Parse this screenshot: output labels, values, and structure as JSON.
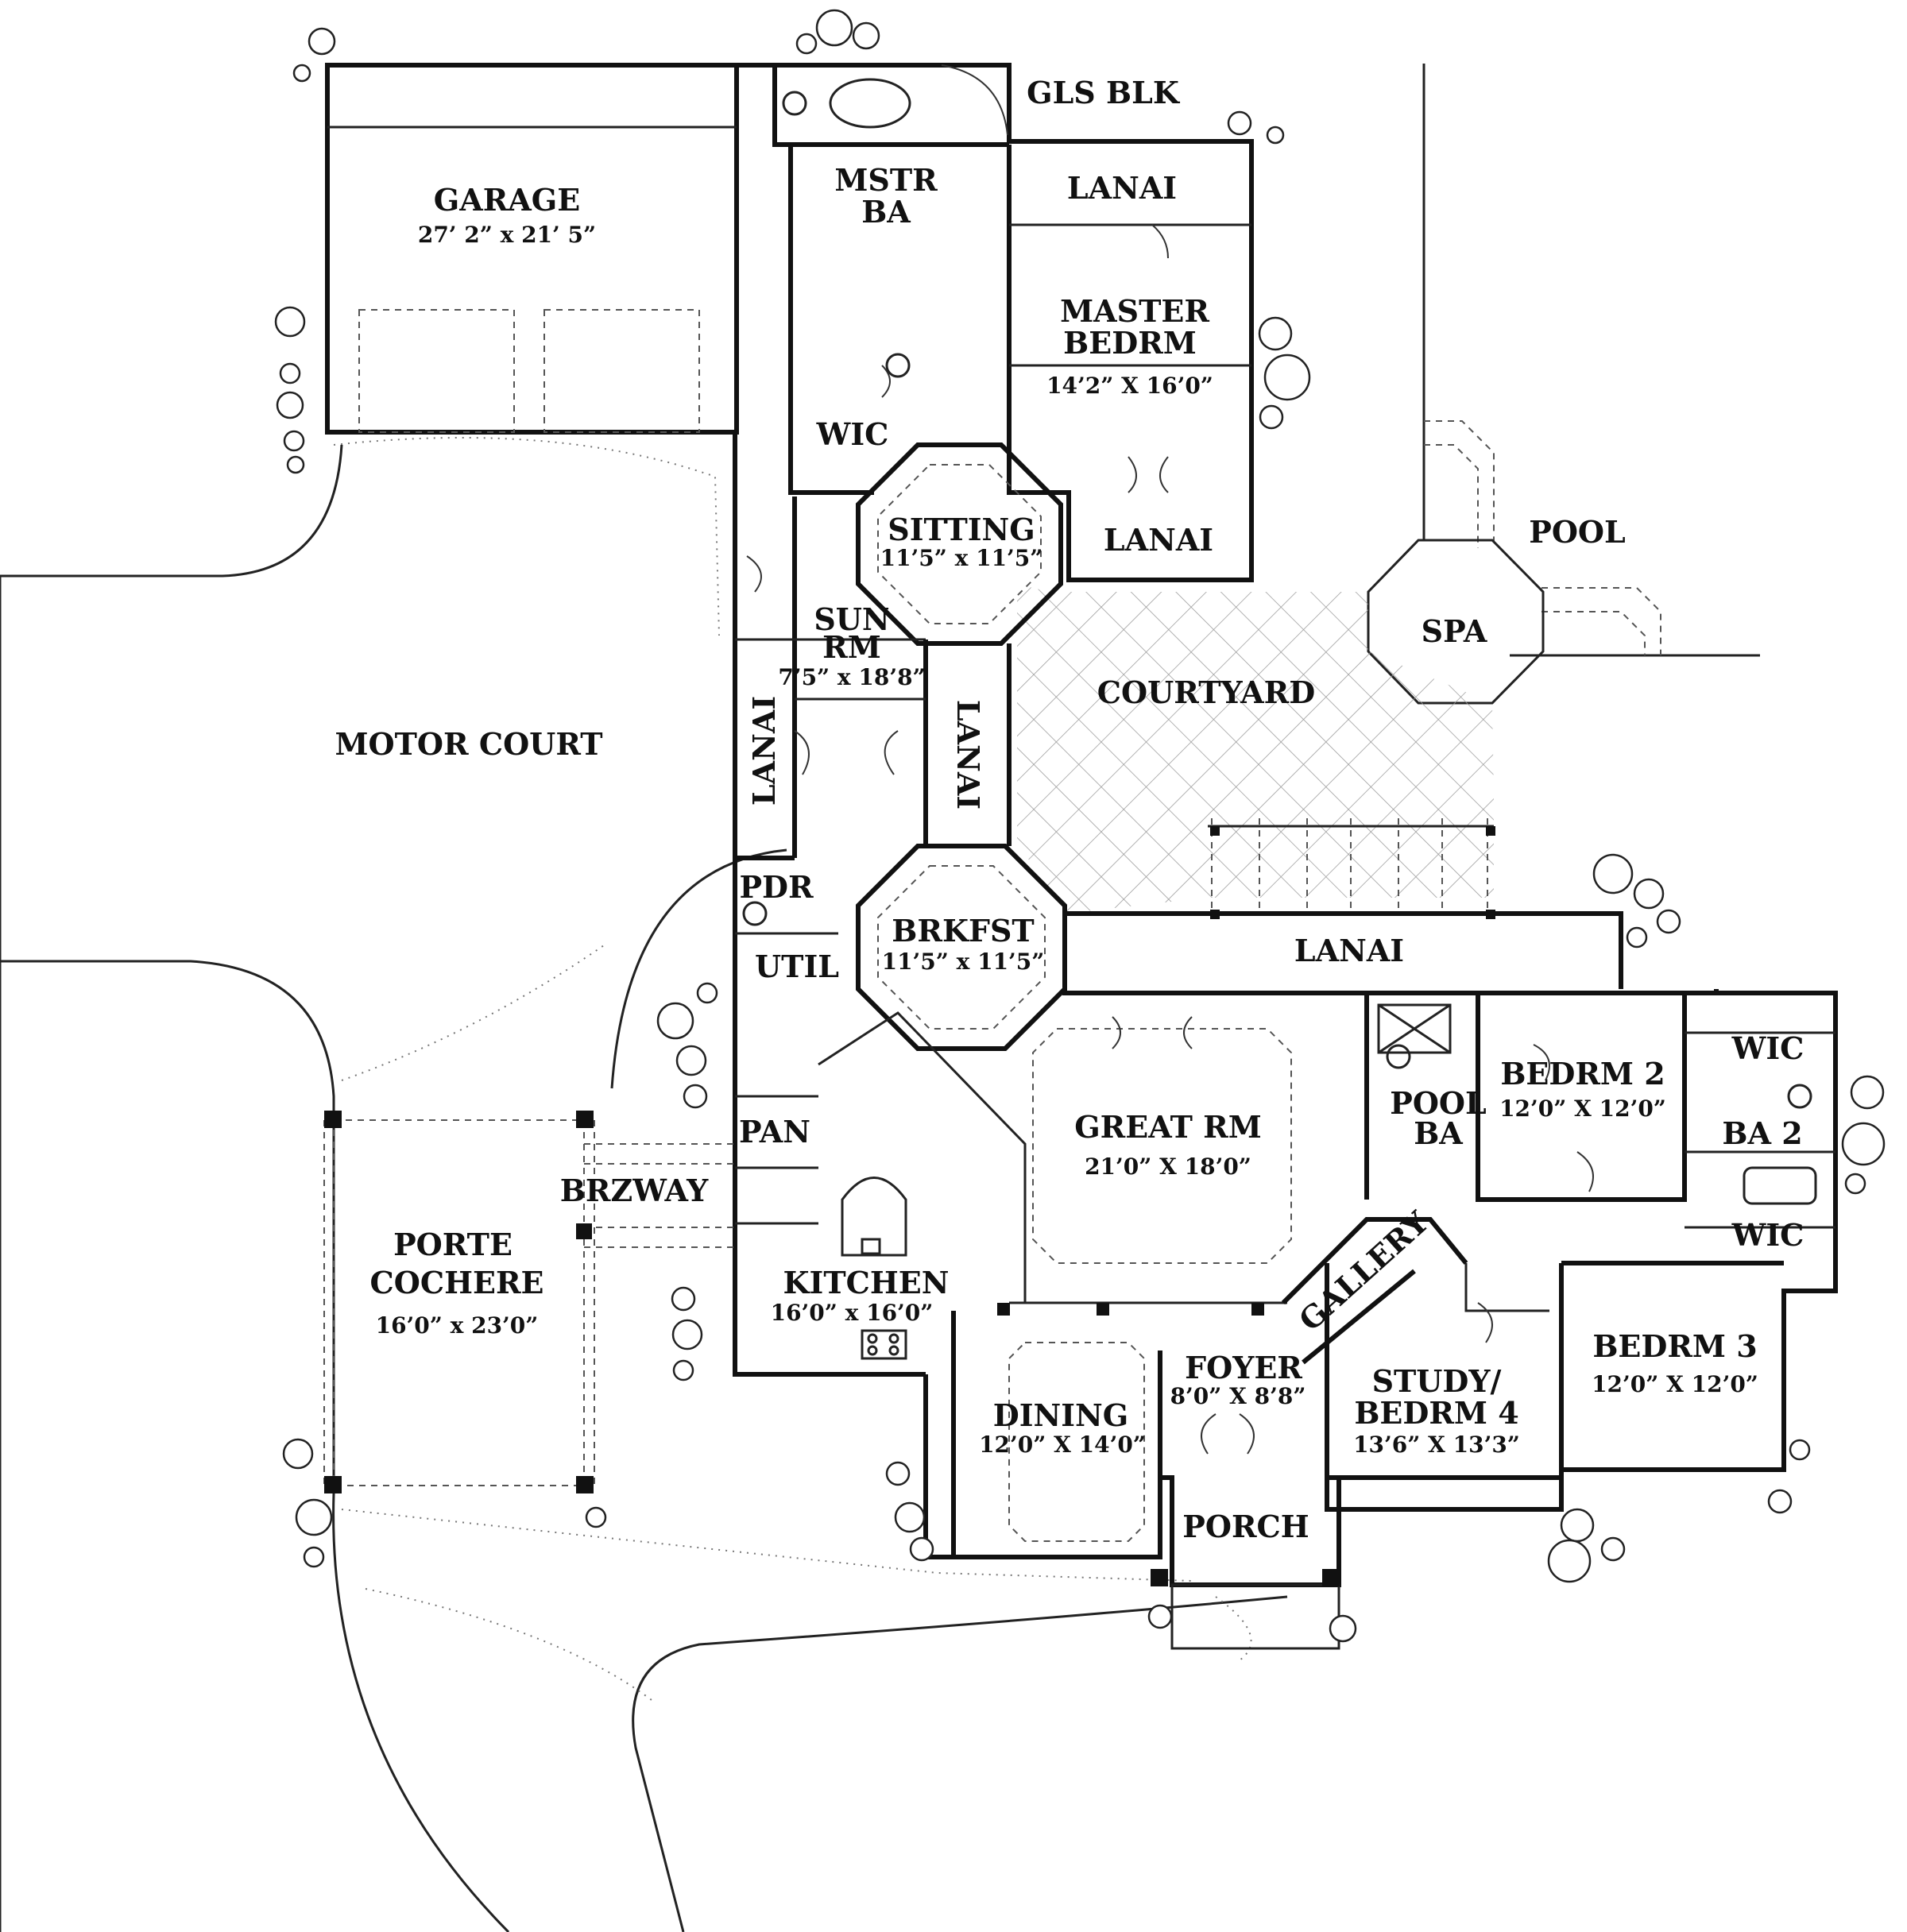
{
  "plan": {
    "rooms": [
      {
        "id": "garage",
        "label": "GARAGE",
        "dims": "27’ 2” x 21’ 5”"
      },
      {
        "id": "gls-blk",
        "label": "GLS BLK"
      },
      {
        "id": "mstr-ba",
        "label1": "MSTR",
        "label2": "BA"
      },
      {
        "id": "lanai-top",
        "label": "LANAI"
      },
      {
        "id": "master-bedrm",
        "label1": "MASTER",
        "label2": "BEDRM",
        "dims": "14’2” X 16’0”"
      },
      {
        "id": "wic-master",
        "label": "WIC"
      },
      {
        "id": "sitting",
        "label": "SITTING",
        "dims": "11’5” x 11’5”"
      },
      {
        "id": "lanai-mid",
        "label": "LANAI"
      },
      {
        "id": "pool",
        "label": "POOL"
      },
      {
        "id": "spa",
        "label": "SPA"
      },
      {
        "id": "sun-rm",
        "label1": "SUN",
        "label2": "RM",
        "dims": "7’5” x 18’8”"
      },
      {
        "id": "courtyard",
        "label": "COURTYARD"
      },
      {
        "id": "motor-court",
        "label": "MOTOR COURT"
      },
      {
        "id": "lanai-west",
        "label": "LANAI"
      },
      {
        "id": "lanai-east",
        "label": "LANAI"
      },
      {
        "id": "pdr",
        "label": "PDR"
      },
      {
        "id": "brkfst",
        "label": "BRKFST",
        "dims": "11’5” x 11’5”"
      },
      {
        "id": "util",
        "label": "UTIL"
      },
      {
        "id": "lanai-rear",
        "label": "LANAI"
      },
      {
        "id": "pan",
        "label": "PAN"
      },
      {
        "id": "great-rm",
        "label": "GREAT RM",
        "dims": "21’0” X 18’0”"
      },
      {
        "id": "pool-ba",
        "label1": "POOL",
        "label2": "BA"
      },
      {
        "id": "bedrm-2",
        "label": "BEDRM 2",
        "dims": "12’0” X 12’0”"
      },
      {
        "id": "wic-2",
        "label": "WIC"
      },
      {
        "id": "ba-2",
        "label": "BA 2"
      },
      {
        "id": "wic-3",
        "label": "WIC"
      },
      {
        "id": "brzway",
        "label": "BRZWAY"
      },
      {
        "id": "porte-cochere",
        "label1": "PORTE",
        "label2": "COCHERE",
        "dims": "16’0” x 23’0”"
      },
      {
        "id": "gallery",
        "label": "GALLERY"
      },
      {
        "id": "kitchen",
        "label": "KITCHEN",
        "dims": "16’0” x 16’0”"
      },
      {
        "id": "dining",
        "label": "DINING",
        "dims": "12’0” X 14’0”"
      },
      {
        "id": "foyer",
        "label": "FOYER",
        "dims": "8’0” X 8’8”"
      },
      {
        "id": "study",
        "label1": "STUDY/",
        "label2": "BEDRM 4",
        "dims": "13’6” X 13’3”"
      },
      {
        "id": "bedrm-3",
        "label": "BEDRM 3",
        "dims": "12’0” X 12’0”"
      },
      {
        "id": "porch",
        "label": "PORCH"
      }
    ],
    "colors": {
      "ink": "#111111",
      "background": "#ffffff",
      "hatch": "#999999"
    }
  }
}
